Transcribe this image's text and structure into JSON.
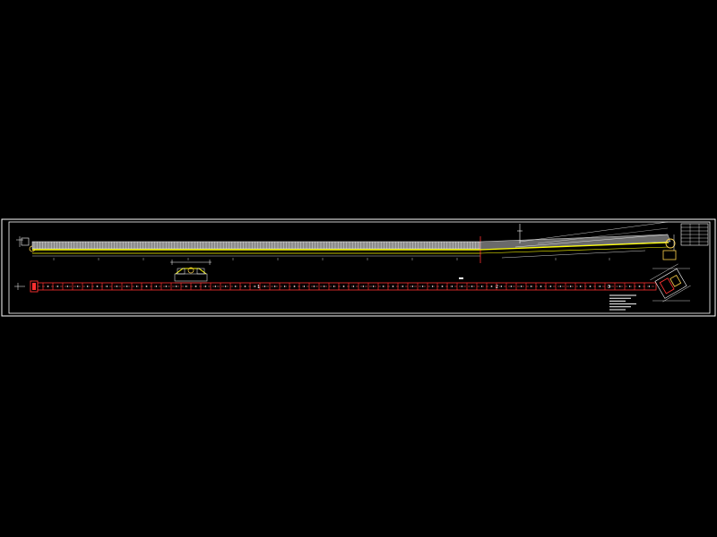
{
  "drawing": {
    "background": "#000000",
    "colors": {
      "frame": "#ffffff",
      "elevation_line": "#ffff00",
      "elevation_fill": "#c8c8c8",
      "plan_line": "#ff3030",
      "plan_frame": "#ffffff",
      "annotation": "#ffffff",
      "accent": "#ffd24a"
    },
    "plan_labels": [
      "1",
      "2",
      "3"
    ],
    "title_block": {
      "rows": 6,
      "cols": 3
    },
    "notes_lines": 6
  }
}
